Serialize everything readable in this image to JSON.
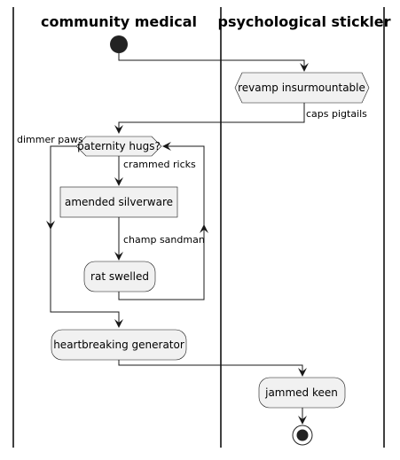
{
  "colors": {
    "background": "#ffffff",
    "node_fill": "#f1f1f1",
    "node_stroke": "#181818",
    "line": "#181818",
    "swimlane_line": "#000000"
  },
  "swimlanes": [
    {
      "title": "community medical"
    },
    {
      "title": "psychological stickler"
    }
  ],
  "nodes": {
    "start": {
      "kind": "start"
    },
    "revamp": {
      "kind": "hexagon",
      "label": "revamp insurmountable"
    },
    "decision": {
      "kind": "diamond",
      "label": "paternity hugs?"
    },
    "amended": {
      "kind": "box",
      "label": "amended silverware"
    },
    "rat": {
      "kind": "rounded",
      "label": "rat swelled"
    },
    "heartbreaking": {
      "kind": "rounded",
      "label": "heartbreaking generator"
    },
    "jammed": {
      "kind": "rounded",
      "label": "jammed keen"
    },
    "end": {
      "kind": "end"
    }
  },
  "edge_labels": {
    "caps": "caps pigtails",
    "dimmer": "dimmer paws",
    "crammed": "crammed ricks",
    "champ": "champ sandman"
  }
}
